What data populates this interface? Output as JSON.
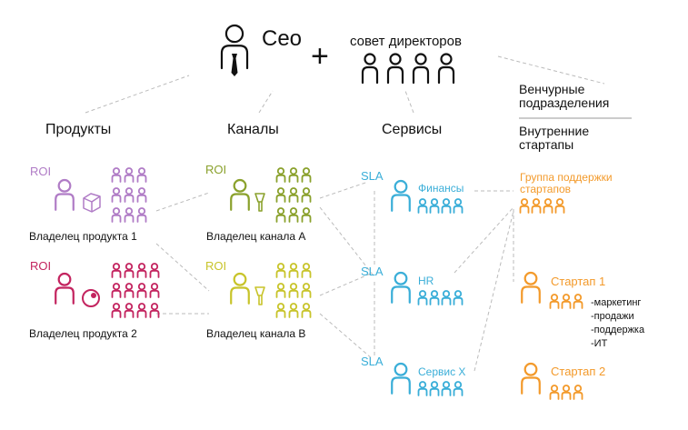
{
  "header": {
    "ceo": "Ceo",
    "plus": "+",
    "board": "совет директоров"
  },
  "columns": {
    "products": "Продукты",
    "channels": "Каналы",
    "services": "Сервисы",
    "venture": "Венчурные подразделения",
    "internal": "Внутренние стартапы"
  },
  "products": {
    "roi1": "ROI",
    "owner1": "Владелец продукта 1",
    "roi2": "ROI",
    "owner2": "Владелец продукта 2"
  },
  "channels": {
    "roiA": "ROI",
    "ownerA": "Владелец канала А",
    "roiB": "ROI",
    "ownerB": "Владелец канала B"
  },
  "services": {
    "sla1": "SLA",
    "finance": "Финансы",
    "sla2": "SLA",
    "hr": "HR",
    "sla3": "SLA",
    "serviceX": "Сервис X"
  },
  "startups": {
    "support_group": "Группа поддержки стартапов",
    "startup1": "Стартап 1",
    "startup1_functions": [
      "-маркетинг",
      "-продажи",
      "-поддержка",
      "-ИТ"
    ],
    "startup2": "Стартап 2"
  },
  "colors": {
    "purple": "#b07cc6",
    "crimson": "#c3245f",
    "olive": "#8aa12c",
    "lime": "#c8c42a",
    "blue": "#3aaed8",
    "orange": "#f39a2b",
    "black": "#111111",
    "dash": "#bbbbbb"
  }
}
